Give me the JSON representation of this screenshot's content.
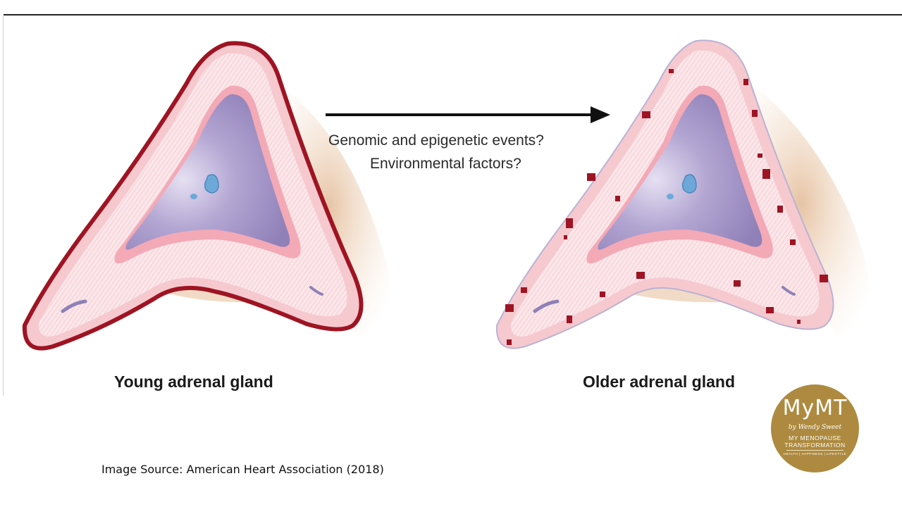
{
  "diagram": {
    "arrow_text_line1": "Genomic and epigenetic events?",
    "arrow_text_line2": "Environmental factors?",
    "left_caption": "Young adrenal gland",
    "right_caption": "Older adrenal gland"
  },
  "source_note": "Image Source: American Heart Association (2018)",
  "logo": {
    "brand": "MyMT",
    "byline": "by Wendy Sweet",
    "line1": "MY MENOPAUSE",
    "line2": "TRANSFORMATION",
    "tagline": "HEALTH | HAPPINESS | LIFESTYLE"
  },
  "colors": {
    "capsule_red": "#9e1422",
    "cortex_pink": "#f6c9cf",
    "medulla_purple": "#a89ac7",
    "vessel_blue": "#6ea8d8",
    "fat_tan": "#d9b08a",
    "logo_gold": "#ad8a3f"
  }
}
